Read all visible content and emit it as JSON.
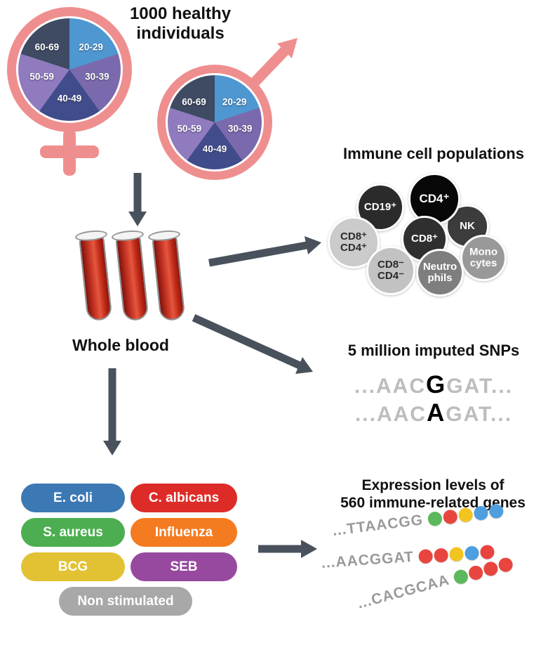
{
  "header": {
    "line1": "1000 healthy",
    "line2": "individuals"
  },
  "theme": {
    "symbol-pink": "#EF8E8E",
    "arrow-gray": "#49525C"
  },
  "demographics": {
    "age_groups": [
      {
        "label": "20-29",
        "color": "#4F97D1"
      },
      {
        "label": "30-39",
        "color": "#7A6AAD"
      },
      {
        "label": "40-49",
        "color": "#414C8C"
      },
      {
        "label": "50-59",
        "color": "#8F7BBE"
      },
      {
        "label": "60-69",
        "color": "#3F4A63"
      }
    ]
  },
  "samples": {
    "label": "Whole blood"
  },
  "immune": {
    "title": "Immune cell populations",
    "cells": [
      {
        "name": "CD19+",
        "lines": [
          "CD19⁺"
        ],
        "color": "#2B2B2B"
      },
      {
        "name": "CD4+",
        "lines": [
          "CD4⁺"
        ],
        "color": "#080808"
      },
      {
        "name": "NK",
        "lines": [
          "NK"
        ],
        "color": "#3C3C3C"
      },
      {
        "name": "CD8+",
        "lines": [
          "CD8⁺"
        ],
        "color": "#2F2F2F"
      },
      {
        "name": "CD8+CD4+",
        "lines": [
          "CD8⁺",
          "CD4⁺"
        ],
        "color": "#CBCBCB"
      },
      {
        "name": "Monocytes",
        "lines": [
          "Mono",
          "cytes"
        ],
        "color": "#999999"
      },
      {
        "name": "Neutrophils",
        "lines": [
          "Neutro",
          "phils"
        ],
        "color": "#7E7E7E"
      },
      {
        "name": "CD8-CD4-",
        "lines": [
          "CD8⁻",
          "CD4⁻"
        ],
        "color": "#C2C2C2"
      }
    ]
  },
  "snps": {
    "title": "5 million imputed SNPs",
    "sequences": [
      {
        "pre": "...AAC",
        "variant": "G",
        "post": "GAT..."
      },
      {
        "pre": "...AAC",
        "variant": "A",
        "post": "GAT..."
      }
    ]
  },
  "stimuli": {
    "items": [
      {
        "label": "E. coli",
        "color": "#3C79B4"
      },
      {
        "label": "C. albicans",
        "color": "#DD2C28"
      },
      {
        "label": "S. aureus",
        "color": "#4CAE50"
      },
      {
        "label": "Influenza",
        "color": "#F47B20"
      },
      {
        "label": "BCG",
        "color": "#E2C233"
      },
      {
        "label": "SEB",
        "color": "#97499F"
      },
      {
        "label": "Non stimulated",
        "color": "#A8A8A8"
      }
    ]
  },
  "expression": {
    "title_line1": "Expression levels of",
    "title_line2": "560 immune-related genes",
    "rows": [
      {
        "sequence": "...TTAACGG",
        "dots": [
          "#5CB85C",
          "#E8453F",
          "#F2C420",
          "#4D9FE0",
          "#4D9FE0"
        ]
      },
      {
        "sequence": "...AACGGAT",
        "dots": [
          "#E8453F",
          "#E8453F",
          "#F2C420",
          "#4D9FE0",
          "#E8453F"
        ]
      },
      {
        "sequence": "...CACGCAA",
        "dots": [
          "#5CB85C",
          "#E8453F",
          "#E8453F",
          "#E8453F"
        ]
      }
    ]
  }
}
